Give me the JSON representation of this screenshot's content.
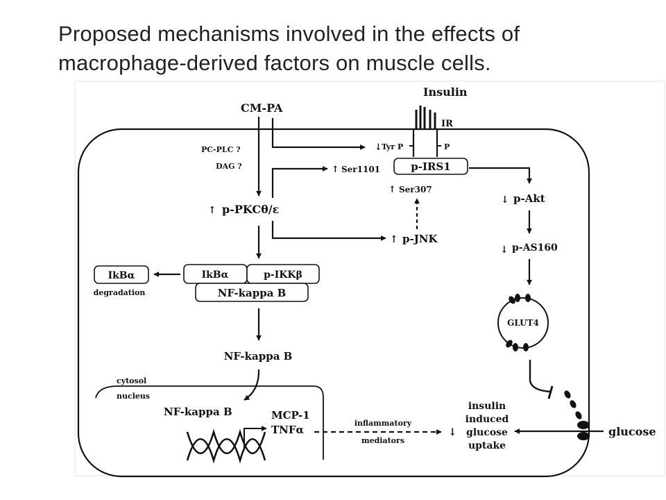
{
  "title": {
    "line1": "Proposed mechanisms involved in the effects of",
    "line2": "macrophage-derived factors on muscle cells."
  },
  "diagram": {
    "insulin": "Insulin",
    "ir": "IR",
    "cm_pa": "CM-PA",
    "pc_plc": "PC-PLC ?",
    "dag": "DAG ?",
    "tyr_p": "Tyr P",
    "p_right": "P",
    "ser1101": "Ser1101",
    "p_irs1": "p-IRS1",
    "ser307": "Ser307",
    "p_pkc": "p-PKCθ/ε",
    "p_jnk": "p-JNK",
    "p_akt": "p-Akt",
    "p_as160": "p-AS160",
    "ikba_free": "IkBα",
    "degradation": "degradation",
    "ikba": "IkBα",
    "p_ikkb": "p-IKKβ",
    "nfkb_complex": "NF-kappa B",
    "nfkb_cytosol": "NF-kappa B",
    "glut4": "GLUT4",
    "cytosol": "cytosol",
    "nucleus": "nucleus",
    "nfkb_nucleus": "NF-kappa B",
    "mcp1": "MCP-1",
    "tnfa": "TNFα",
    "inflammatory": "inflammatory",
    "mediators": "mediators",
    "uptake": [
      "insulin",
      "induced",
      "glucose",
      "uptake"
    ],
    "glucose": "glucose"
  }
}
